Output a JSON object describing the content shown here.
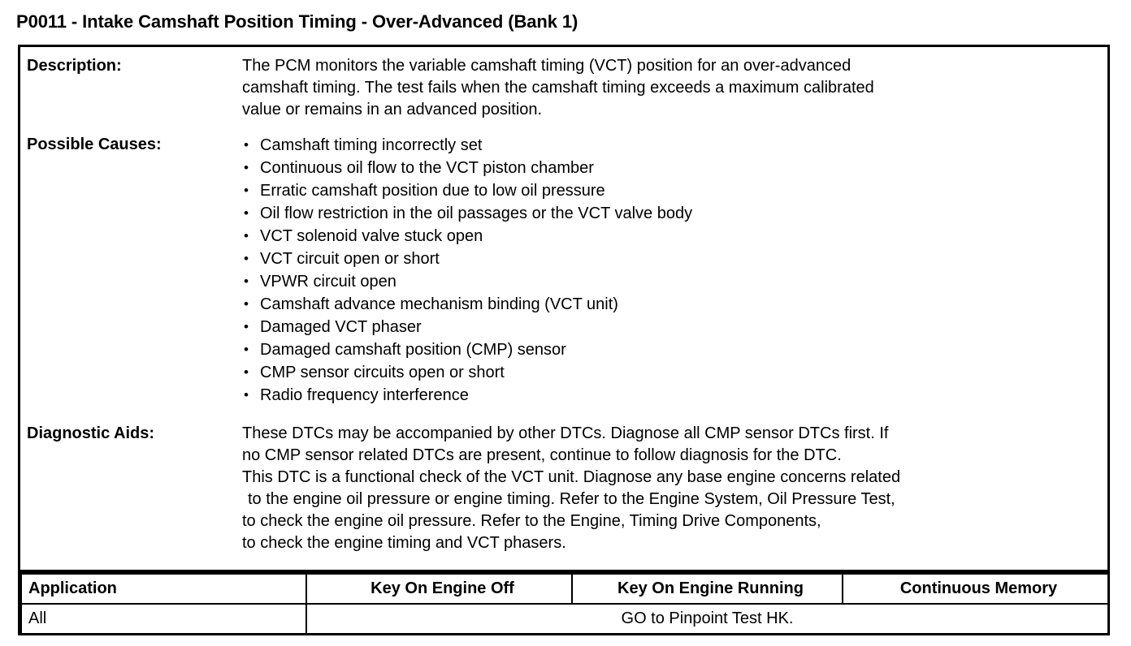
{
  "document": {
    "title": "P0011 - Intake Camshaft Position Timing - Over-Advanced (Bank 1)"
  },
  "sections": {
    "description": {
      "label": "Description:",
      "lines": [
        "The PCM monitors the variable camshaft timing (VCT) position for an over-advanced",
        "camshaft timing. The test fails when the camshaft timing exceeds a maximum calibrated",
        "value or remains in an advanced position."
      ]
    },
    "possible_causes": {
      "label": "Possible Causes:",
      "items": [
        "Camshaft timing incorrectly set",
        "Continuous oil flow to the VCT piston chamber",
        "Erratic camshaft position due to low oil pressure",
        "Oil flow restriction in the oil passages or the VCT valve body",
        "VCT solenoid valve stuck open",
        "VCT circuit open or short",
        "VPWR circuit open",
        "Camshaft advance mechanism binding (VCT unit)",
        "Damaged VCT phaser",
        "Damaged camshaft position (CMP) sensor",
        "CMP sensor circuits open or short",
        "Radio frequency interference"
      ]
    },
    "diagnostic_aids": {
      "label": "Diagnostic Aids:",
      "lines": [
        "These DTCs may be accompanied by other DTCs. Diagnose all CMP sensor DTCs first. If",
        "no CMP sensor related DTCs are present, continue to follow diagnosis for the DTC.",
        "This DTC is a functional check of the VCT unit. Diagnose any base engine concerns related",
        "to the engine oil pressure or engine timing. Refer to the Engine System, Oil Pressure Test,",
        "to check the engine oil pressure. Refer to the Engine, Timing Drive Components,",
        "to check the engine timing and VCT phasers."
      ]
    }
  },
  "result_table": {
    "headers": [
      "Application",
      "Key On Engine Off",
      "Key On Engine Running",
      "Continuous Memory"
    ],
    "rows": [
      {
        "application": "All",
        "action": "GO to Pinpoint Test HK."
      }
    ]
  }
}
